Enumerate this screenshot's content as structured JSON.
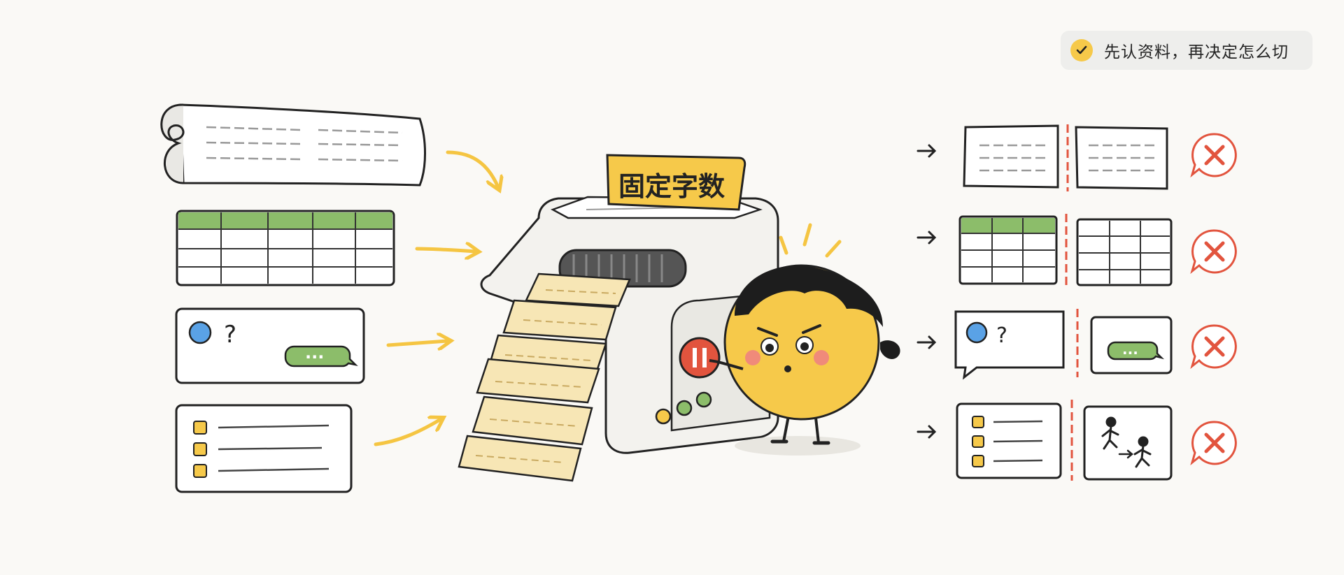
{
  "badge": {
    "text": "先认资料，再决定怎么切",
    "icon": "check-icon"
  },
  "machine": {
    "label": "固定字数"
  },
  "chat": {
    "question_mark": "?",
    "bubble_dots": "···"
  },
  "colors": {
    "yellow": "#f6c94a",
    "arrow": "#f5c542",
    "red": "#e2543e",
    "green_header": "#8cbd6a",
    "blue_dot": "#5aa2e6",
    "paper": "#f7e6b5"
  },
  "left_inputs": [
    {
      "name": "scroll-document-icon"
    },
    {
      "name": "table-document-icon"
    },
    {
      "name": "chat-document-icon"
    },
    {
      "name": "checklist-document-icon"
    }
  ],
  "right_outputs": [
    {
      "name": "split-text-result",
      "status": "x-icon"
    },
    {
      "name": "split-table-result",
      "status": "x-icon"
    },
    {
      "name": "split-chat-result",
      "status": "x-icon"
    },
    {
      "name": "split-steps-result",
      "status": "x-icon"
    }
  ]
}
